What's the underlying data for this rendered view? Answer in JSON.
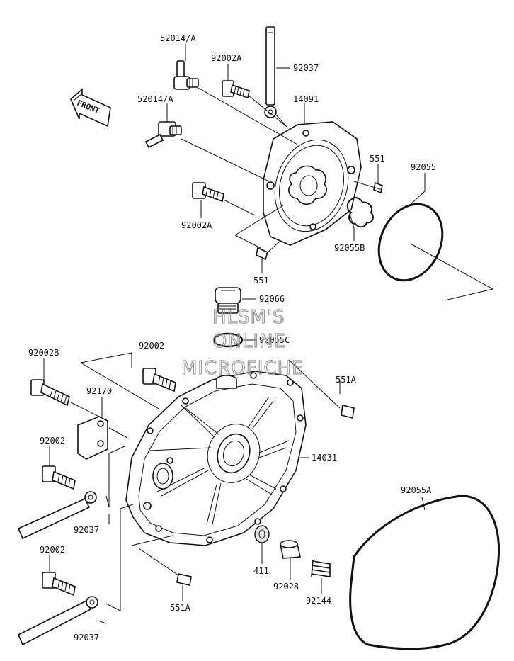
{
  "watermark": {
    "line1": "HLSM'S",
    "line2": "ONLINE",
    "line3": "MICROFICHE"
  },
  "front_label": "FRONT",
  "parts": {
    "p52014a_top": "52014/A",
    "p52014a_mid": "52014/A",
    "p92002a_top": "92002A",
    "p92037_top": "92037",
    "p14091": "14091",
    "p551_top": "551",
    "p92055": "92055",
    "p92002a_mid": "92002A",
    "p92055b": "92055B",
    "p551_mid": "551",
    "p92066": "92066",
    "p92055c": "92055C",
    "p92002b": "92002B",
    "p92002_top": "92002",
    "p551a_right": "551A",
    "p92170": "92170",
    "p14031": "14031",
    "p92002_mid": "92002",
    "p92037_mid": "92037",
    "p92055a": "92055A",
    "p92002_low": "92002",
    "p411": "411",
    "p92028": "92028",
    "p92144": "92144",
    "p551a_low": "551A",
    "p92037_low": "92037"
  }
}
